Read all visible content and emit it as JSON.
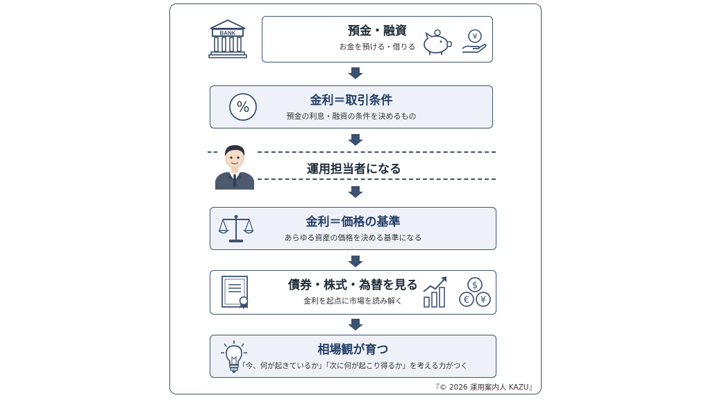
{
  "steps": [
    {
      "title": "預金・融資",
      "subtitle": "お金を預ける・借りる"
    },
    {
      "title": "金利＝取引条件",
      "subtitle": "預金の利息・融資の条件を決めるもの"
    },
    {
      "title": "運用担当者になる"
    },
    {
      "title": "金利＝価格の基準",
      "subtitle": "あらゆる資産の価格を決める基準になる"
    },
    {
      "title": "債券・株式・為替を見る",
      "subtitle": "金利を起点に市場を読み解く"
    },
    {
      "title": "相場観が育つ",
      "subtitle": "「今、何が起きているか」「次に何が起こり得るか」を考える力がつく"
    }
  ],
  "bank_label": "BANK",
  "currency": {
    "yen": "¥",
    "dollar": "$",
    "euro": "€"
  },
  "percent_symbol": "%",
  "copyright": "『© 2026 運用案内人 KAZU』",
  "colors": {
    "navy": "#3d5270",
    "box_blue": "#eef2f8",
    "title_navy": "#243e66"
  }
}
